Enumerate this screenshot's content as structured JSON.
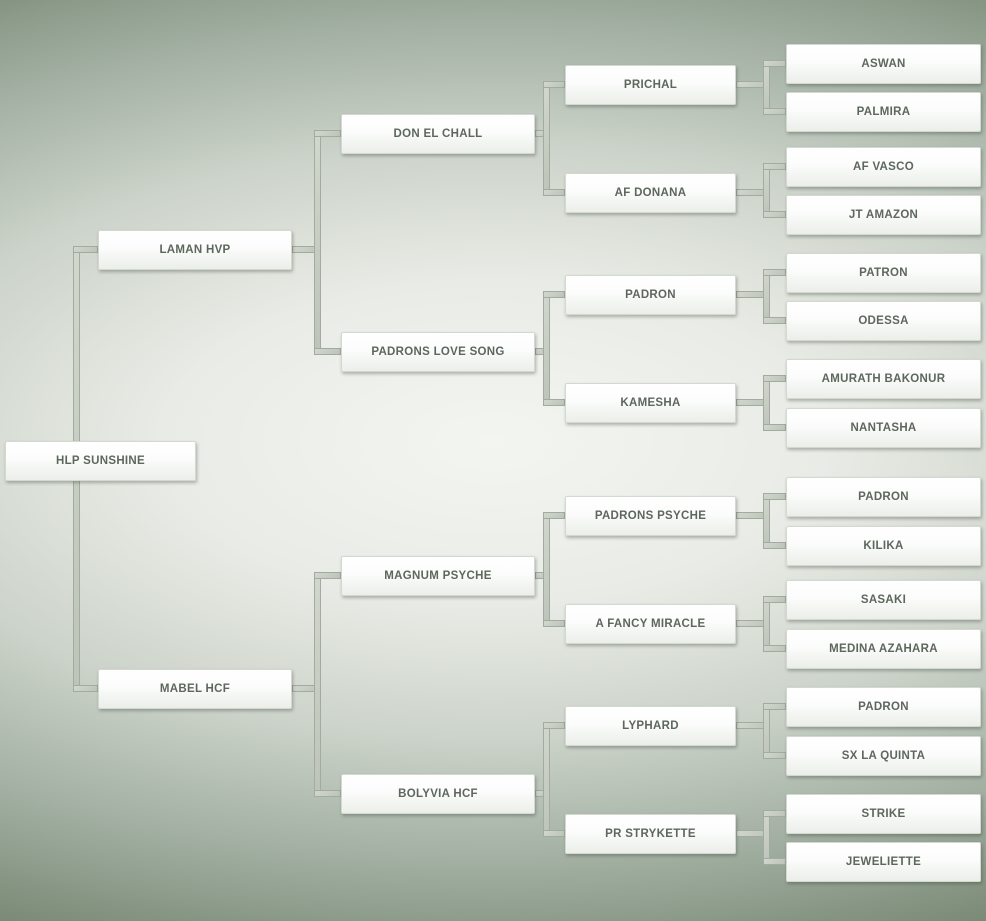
{
  "colors": {
    "background_edge": "#6f8070",
    "background_center": "#f3f5f1",
    "box_text": "#5d675d",
    "connector": "#c3c9c0"
  },
  "pedigree": {
    "root": "HLP SUNSHINE",
    "gen1": [
      "LAMAN HVP",
      "MABEL HCF"
    ],
    "gen2": [
      "DON EL CHALL",
      "PADRONS LOVE SONG",
      "MAGNUM PSYCHE",
      "BOLYVIA HCF"
    ],
    "gen3": [
      "PRICHAL",
      "AF DONANA",
      "PADRON",
      "KAMESHA",
      "PADRONS PSYCHE",
      "A FANCY MIRACLE",
      "LYPHARD",
      "PR STRYKETTE"
    ],
    "gen4": [
      "ASWAN",
      "PALMIRA",
      "AF VASCO",
      "JT AMAZON",
      "PATRON",
      "ODESSA",
      "AMURATH BAKONUR",
      "NANTASHA",
      "PADRON",
      "KILIKA",
      "SASAKI",
      "MEDINA AZAHARA",
      "PADRON",
      "SX LA QUINTA",
      "STRIKE",
      "JEWELIETTE"
    ]
  }
}
